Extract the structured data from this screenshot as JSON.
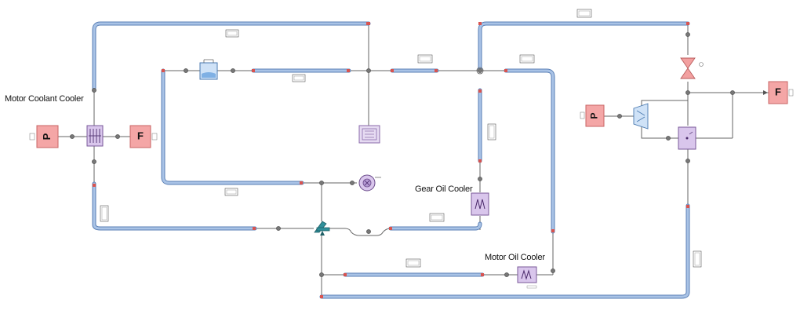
{
  "labels": {
    "motor_coolant_cooler": "Motor Coolant Cooler",
    "gear_oil_cooler": "Gear Oil Cooler",
    "motor_oil_cooler": "Motor Oil Cooler"
  },
  "boundaries": {
    "pressure_symbol": "P",
    "flow_symbol": "F"
  },
  "colors": {
    "pipe_blue": "#a9c3e6",
    "pipe_edge": "#5a7fb5",
    "pipe_end": "#d9534f",
    "boundary_fill": "#f4a6a6",
    "boundary_edge": "#c86464",
    "cooler_fill": "#d9c6ec",
    "line": "#666666",
    "valve_red": "#f2a0a0",
    "junction_teal": "#2f8f9a"
  },
  "icons": [
    "pressure-boundary-icon",
    "flow-boundary-icon",
    "heat-exchanger-icon",
    "pump-icon",
    "valve-icon",
    "reservoir-icon",
    "junction-node-icon"
  ]
}
